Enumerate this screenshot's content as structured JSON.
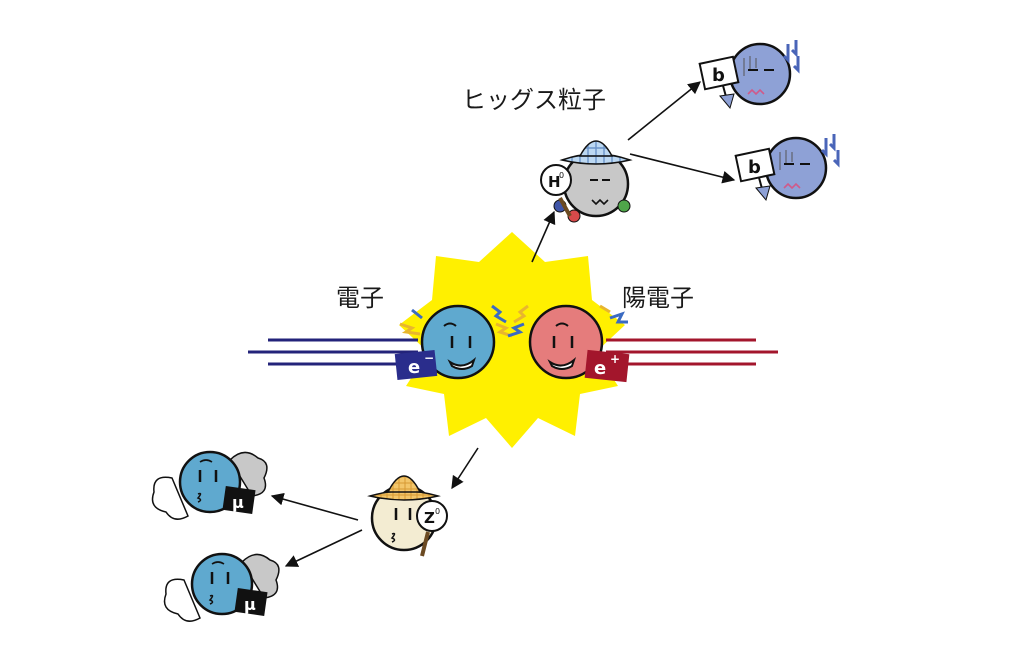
{
  "labels": {
    "electron": "電子",
    "positron": "陽電子",
    "higgs": "ヒッグス粒子"
  },
  "particle_signs": {
    "electron": "e",
    "electron_charge": "−",
    "positron": "e",
    "positron_charge": "+",
    "higgs": "H",
    "higgs_charge": "0",
    "z_boson": "Z",
    "z_charge": "0",
    "bottom_quark": "b",
    "muon": "μ"
  },
  "colors": {
    "electron": "#5fa9cf",
    "positron": "#e57c7c",
    "higgs": "#c8c8c8",
    "z_boson": "#f3ecd2",
    "bottom_quark": "#8ea1d6",
    "muon": "#5fa9cf",
    "collision": "#fff000",
    "electron_beam": "#23237a",
    "positron_beam": "#a3162c"
  }
}
